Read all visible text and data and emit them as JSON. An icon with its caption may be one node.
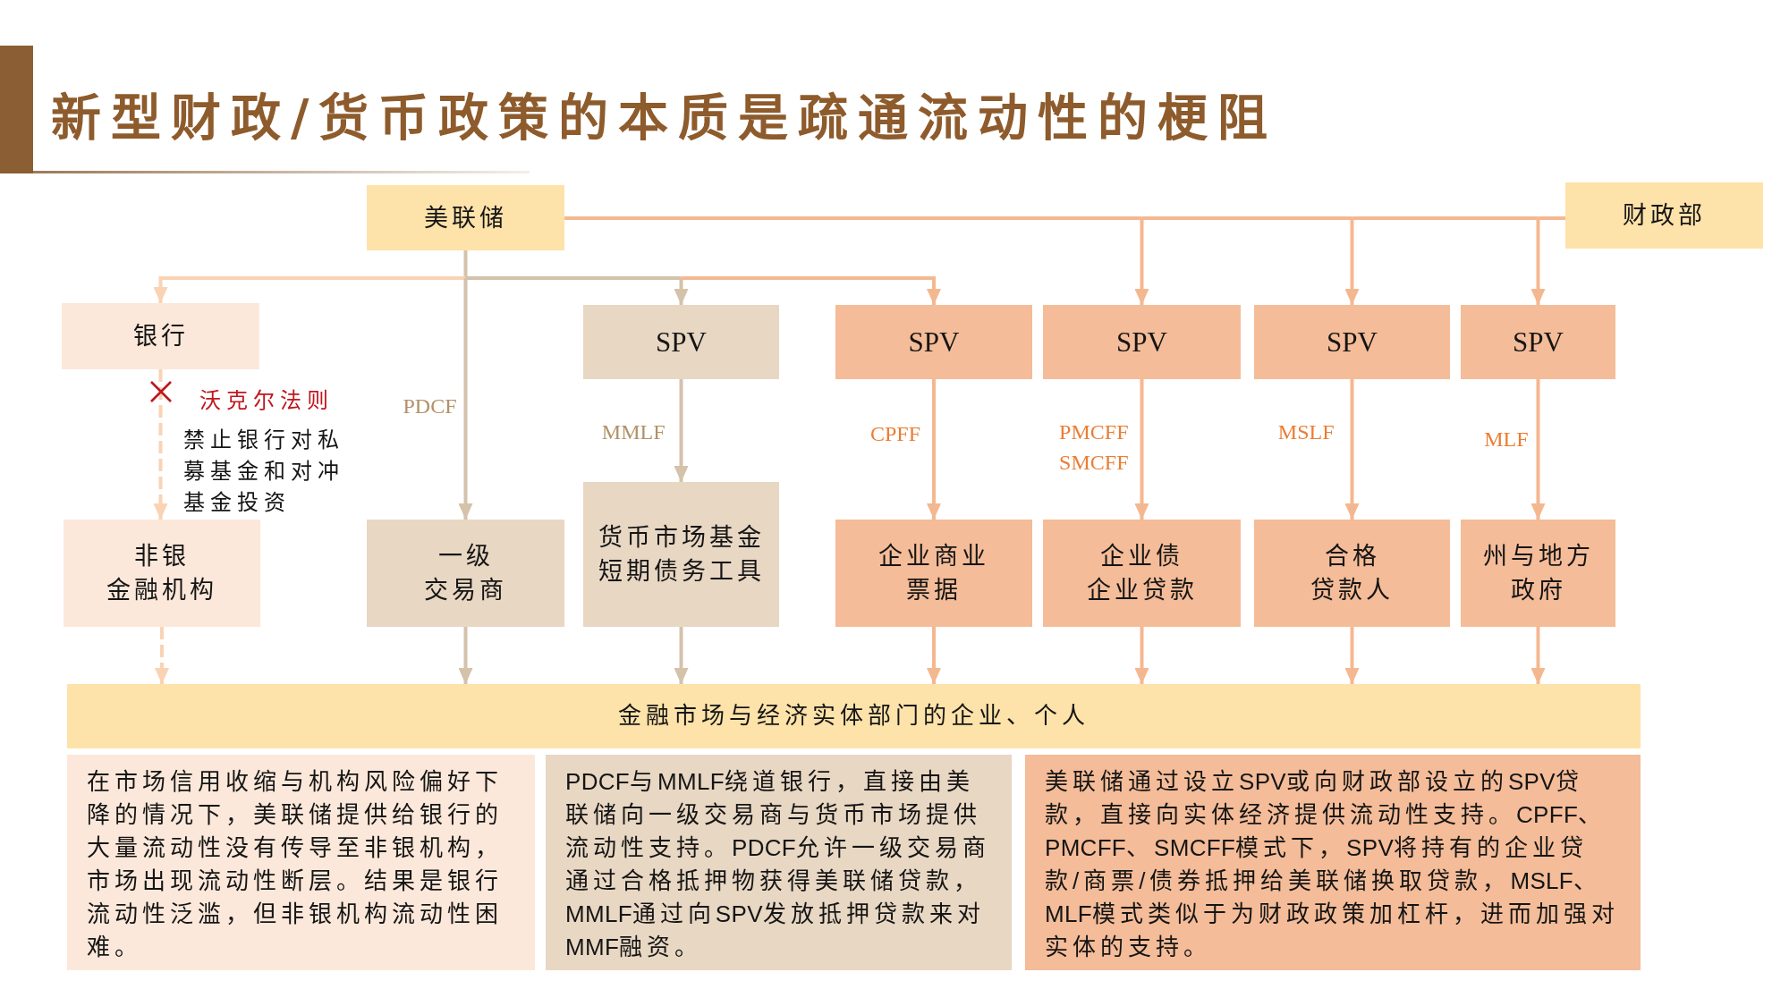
{
  "diagram": {
    "title": "新型财政/货币政策的本质是疏通流动性的梗阻",
    "nodes": [
      {
        "text": [
          "美联储"
        ]
      },
      {
        "text": [
          "财政部"
        ]
      },
      {
        "text": [
          "银行"
        ]
      },
      {
        "text": [
          "SPV"
        ]
      },
      {
        "text": [
          "SPV"
        ]
      },
      {
        "text": [
          "SPV"
        ]
      },
      {
        "text": [
          "SPV"
        ]
      },
      {
        "text": [
          "SPV"
        ]
      },
      {
        "text": [
          "非银金融机构"
        ]
      },
      {
        "text": [
          "一级交易商"
        ]
      },
      {
        "text": [
          "货币市场基金短期债务工具"
        ]
      },
      {
        "text": [
          "企业商业票据"
        ]
      },
      {
        "text": [
          "企业债企业贷款"
        ]
      },
      {
        "text": [
          "合格贷款人"
        ]
      },
      {
        "text": [
          "州与地方政府"
        ]
      },
      {
        "text": [
          "金融市场与经济实体部门的企业、个人"
        ]
      },
      {
        "text": [
          "在市场信用收缩与机构风险偏好下降的情况下，美联储提供给银行的大量流动性没有传导至非银机构，市场出现流动性断层。结果是银行流动性泛滥，但非银机构流动性困难。"
        ]
      },
      {
        "text": [
          "PDCF与MMLF绕道银行，直接由美联储向一级交易商与货币市场提供流动性支持。PDCF允许一级交易商通过合格抵押物获得美联储贷款，MMLF通过向SPV发放抵押贷款来对MMF融资。"
        ]
      },
      {
        "text": [
          "美联储通过设立SPV或向财政部设立的SPV贷款，直接向实体经济提供流动性支持。CPFF、PMCFF、SMCFF模式下，SPV将持有的企业贷款/商票/债券抵押给美联储换取贷款，MSLF、MLF模式类似于为财政政策加杠杆，进而加强对实体的支持。"
        ]
      }
    ],
    "edges": [
      {
        "from": 0,
        "to": 2,
        "arrow": "to",
        "color": "#f9d3b4"
      },
      {
        "from": 0,
        "to": 9,
        "arrow": "to",
        "label": "PDCF",
        "color": "#d5c2ab"
      },
      {
        "from": 0,
        "to": 3,
        "arrow": "to",
        "color": "#d5c2ab"
      },
      {
        "from": 0,
        "to": 4,
        "arrow": "to"
      },
      {
        "from": 0,
        "to": 5,
        "arrow": "to"
      },
      {
        "from": 0,
        "to": 6,
        "arrow": "to"
      },
      {
        "from": 0,
        "to": 7,
        "arrow": "to"
      },
      {
        "from": 1,
        "to": 5,
        "arrow": "to"
      },
      {
        "from": 1,
        "to": 6,
        "arrow": "to"
      },
      {
        "from": 1,
        "to": 7,
        "arrow": "to"
      },
      {
        "from": 2,
        "to": 8,
        "arrow": "to",
        "style": "dashed",
        "color": "#f9d3b4"
      },
      {
        "from": 3,
        "to": 10,
        "arrow": "to",
        "label": "MMLF",
        "color": "#d5c2ab"
      },
      {
        "from": 4,
        "to": 11,
        "arrow": "to",
        "label": "CPFF"
      },
      {
        "from": 5,
        "to": 12,
        "arrow": "to",
        "label": "PMCFF SMCFF"
      },
      {
        "from": 6,
        "to": 13,
        "arrow": "to",
        "label": "MSLF"
      },
      {
        "from": 7,
        "to": 14,
        "arrow": "to",
        "label": "MLF"
      },
      {
        "from": 8,
        "to": 15,
        "arrow": "to",
        "style": "dashed",
        "color": "#f9d3b4"
      },
      {
        "from": 9,
        "to": 15,
        "arrow": "to",
        "color": "#d5c2ab"
      },
      {
        "from": 10,
        "to": 15,
        "arrow": "to",
        "color": "#d5c2ab"
      },
      {
        "from": 11,
        "to": 15,
        "arrow": "to"
      },
      {
        "from": 12,
        "to": 15,
        "arrow": "to"
      },
      {
        "from": 13,
        "to": 15,
        "arrow": "to"
      },
      {
        "from": 14,
        "to": 15,
        "arrow": "to"
      }
    ],
    "labels": [
      "沃克尔法则",
      "禁止银行对私募基金和对冲基金投资"
    ]
  }
}
